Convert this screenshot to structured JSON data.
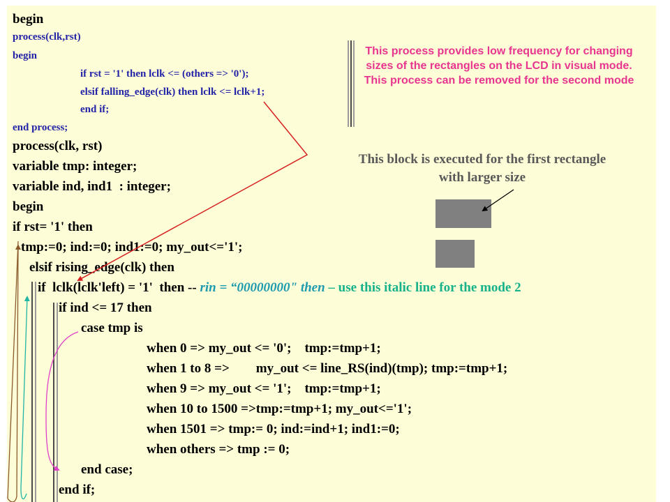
{
  "code": {
    "l01": "begin",
    "l02": "process(clk,rst)",
    "l03": "begin",
    "l04": "if rst = '1' then lclk <= (others => '0');",
    "l05": "elsif falling_edge(clk) then lclk <= lclk+1;",
    "l06": "end if;",
    "l07": "end process;",
    "l08": "process(clk, rst)",
    "l09": "variable tmp: integer;",
    "l10": "variable ind, ind1  : integer;",
    "l11": "begin",
    "l12": "if rst= '1' then",
    "l13": "tmp:=0; ind:=0; ind1:=0; my_out<='1';",
    "l14": "elsif rising_edge(clk) then",
    "l15a": "if  lclk(lclk'left) = '1'  then -- ",
    "l15b": "rin = “00000000\" then",
    "l15c": " – use this italic line for the mode 2",
    "l16": "if ind <= 17 then",
    "l17": "case tmp is",
    "l18": "when 0 => my_out <= '0';    tmp:=tmp+1;",
    "l19": "when 1 to 8 =>        my_out <= line_RS(ind)(tmp); tmp:=tmp+1;",
    "l20": "when 9 => my_out <= '1';    tmp:=tmp+1;",
    "l21": "when 10 to 1500 =>tmp:=tmp+1; my_out<='1';",
    "l22": "when 1501 => tmp:= 0; ind:=ind+1; ind1:=0;",
    "l23": "when others => tmp := 0;",
    "l24": "end case;",
    "l25": "end if;"
  },
  "notes": {
    "low_freq": "This process provides low frequency for changing sizes of the rectangles on the LCD in visual mode. This process can be removed for the second mode",
    "first_rect": "This block is executed for the first rectangle with larger size"
  },
  "colors": {
    "background": "#fdfdd7",
    "small_code": "#2323a8",
    "note_pink": "#e8358f",
    "note_gray": "#595959",
    "italic_cyan": "#1f9bb0",
    "green_text": "#17b28a",
    "arrow_red": "#d62020",
    "rect_gray": "#808080"
  }
}
